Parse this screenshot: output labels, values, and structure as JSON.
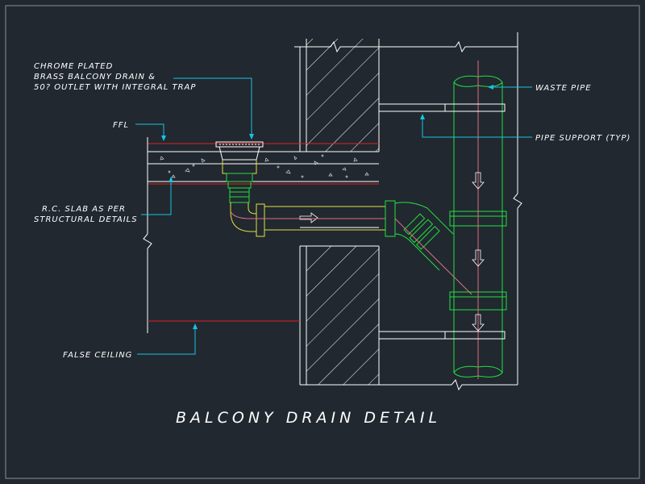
{
  "title": "BALCONY DRAIN DETAIL",
  "labels": {
    "drain_line1": "CHROME PLATED",
    "drain_line2": "BRASS BALCONY DRAIN &",
    "drain_line3": "50? OUTLET WITH INTEGRAL TRAP",
    "ffl": "FFL",
    "slab_line1": "R.C. SLAB AS PER",
    "slab_line2": "STRUCTURAL DETAILS",
    "false_ceiling": "FALSE CEILING",
    "waste_pipe": "WASTE PIPE",
    "pipe_support": "PIPE SUPPORT (TYP)"
  },
  "colors": {
    "background": "#212830",
    "outline": "#ffffff",
    "leader": "#16c4e0",
    "waste_pipe": "#22e040",
    "branch_pipe": "#e0e040",
    "slab_edge": "#e02020"
  }
}
